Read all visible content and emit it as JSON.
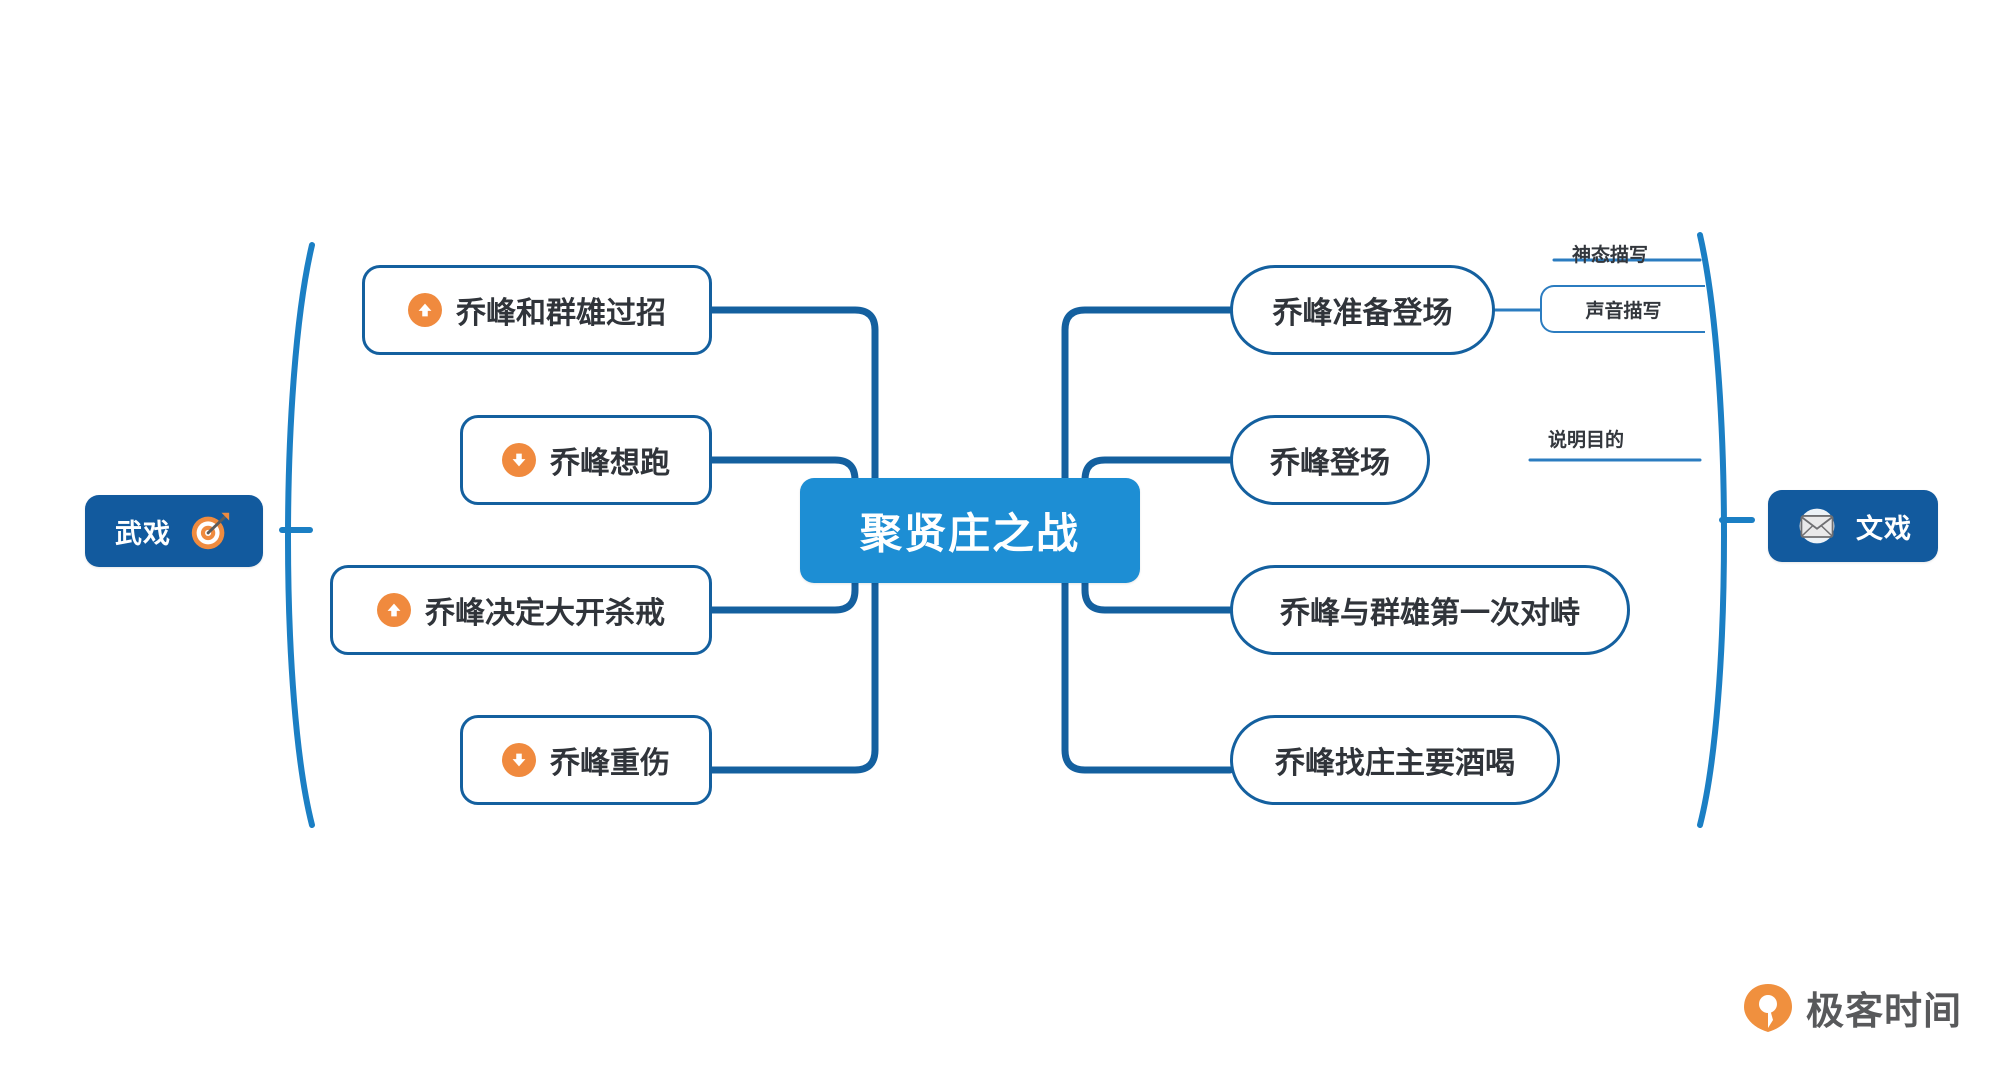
{
  "diagram": {
    "type": "mind-map",
    "title": "聚贤庄之战",
    "root": {
      "label": "聚贤庄之战",
      "color": "#1d8ed4",
      "text_color": "#ffffff"
    },
    "categories": [
      {
        "label": "武戏",
        "side": "left",
        "icon": "target-dartboard-icon",
        "color": "#125a9e"
      },
      {
        "label": "文戏",
        "side": "right",
        "icon": "envelope-mail-icon",
        "color": "#125a9e"
      }
    ],
    "left_branch": {
      "category": "武戏",
      "nodes": [
        {
          "label": "乔峰和群雄过招",
          "marker": "arrow-up-icon",
          "marker_color": "#f08a3e"
        },
        {
          "label": "乔峰想跑",
          "marker": "arrow-down-icon",
          "marker_color": "#f08a3e"
        },
        {
          "label": "乔峰决定大开杀戒",
          "marker": "arrow-up-icon",
          "marker_color": "#f08a3e"
        },
        {
          "label": "乔峰重伤",
          "marker": "arrow-down-icon",
          "marker_color": "#f08a3e"
        }
      ]
    },
    "right_branch": {
      "category": "文戏",
      "nodes": [
        {
          "label": "乔峰准备登场",
          "children": [
            {
              "label": "神态描写",
              "style": "underline"
            },
            {
              "label": "声音描写",
              "style": "open-box"
            }
          ]
        },
        {
          "label": "乔峰登场",
          "children": [
            {
              "label": "说明目的",
              "style": "underline"
            }
          ]
        },
        {
          "label": "乔峰与群雄第一次对峙",
          "children": []
        },
        {
          "label": "乔峰找庄主要酒喝",
          "children": []
        }
      ]
    },
    "palette": {
      "root_blue": "#1d8ed4",
      "category_blue": "#125a9e",
      "node_border": "#14609f",
      "bracket_blue": "#1b7fc4",
      "accent_orange": "#f08a3e",
      "text_dark": "#30343a",
      "background": "#ffffff"
    }
  },
  "watermark": {
    "brand": "极客时间",
    "mark": "geekbang-logo-icon",
    "mark_color": "#f0903e",
    "text_color": "#58595b"
  }
}
